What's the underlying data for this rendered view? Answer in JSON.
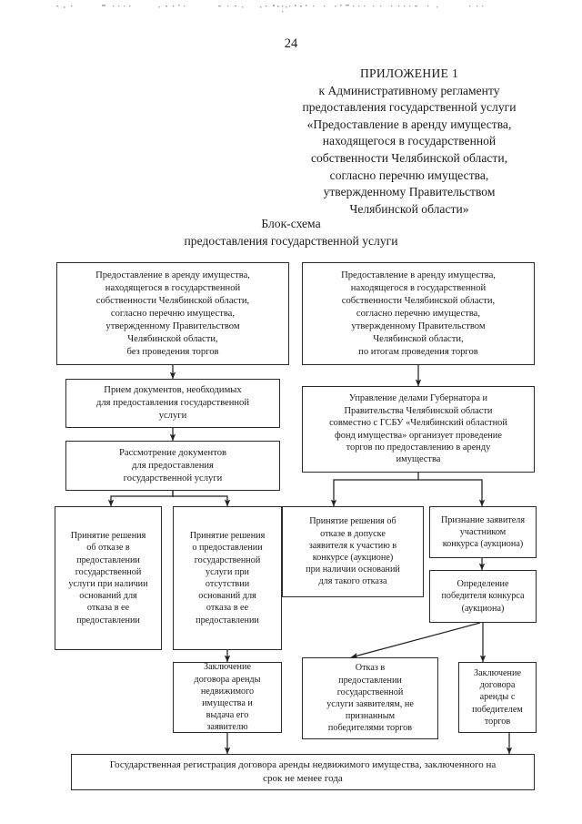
{
  "page": {
    "number": "24"
  },
  "header": {
    "lines": [
      "ПРИЛОЖЕНИЕ 1",
      "к Административному регламенту",
      "предоставления государственной услуги",
      "«Предоставление в аренду имущества,",
      "находящегося в государственной",
      "собственности Челябинской области,",
      "согласно перечню имущества,",
      "утвержденному Правительством",
      "Челябинской области»"
    ]
  },
  "title": {
    "line1": "Блок-схема",
    "line2": "предоставления государственной услуги"
  },
  "chart_data": {
    "type": "diagram",
    "title": "Блок-схема предоставления государственной услуги",
    "nodes": [
      {
        "id": "n1",
        "text": "Предоставление в аренду имущества,\nнаходящегося в государственной\nсобственности Челябинской области,\nсогласно перечню имущества,\nутвержденному Правительством\nЧелябинской области,\nбез проведения торгов"
      },
      {
        "id": "n2",
        "text": "Предоставление в аренду имущества,\nнаходящегося в государственной\nсобственности Челябинской области,\nсогласно перечню имущества,\nутвержденному Правительством\nЧелябинской области,\nпо итогам проведения торгов"
      },
      {
        "id": "n3",
        "text": "Прием документов, необходимых\nдля предоставления государственной\nуслуги"
      },
      {
        "id": "n4",
        "text": "Рассмотрение документов\nдля предоставления\nгосударственной услуги"
      },
      {
        "id": "n5",
        "text": "Управление делами Губернатора и\nПравительства Челябинской области\nсовместно с ГСБУ «Челябинский областной\nфонд имущества» организует проведение\nторгов по предоставлению в аренду\nимущества"
      },
      {
        "id": "n6",
        "text": "Принятие решения\nоб отказе в\nпредоставлении\nгосударственной\nуслуги при наличии\nоснований для\nотказа в ее\nпредоставлении"
      },
      {
        "id": "n7",
        "text": "Принятие решения\nо предоставлении\nгосударственной\nуслуги при\nотсутствии\nоснований для\nотказа в ее\nпредоставлении"
      },
      {
        "id": "n8",
        "text": "Принятие решения об\nотказе в допуске\nзаявителя к участию в\nконкурсе (аукционе)\nпри наличии оснований\nдля такого отказа"
      },
      {
        "id": "n9",
        "text": "Признание заявителя\nучастником\nконкурса (аукциона)"
      },
      {
        "id": "n10",
        "text": "Определение\nпобедителя конкурса\n(аукциона)"
      },
      {
        "id": "n11",
        "text": "Заключение\nдоговора аренды\nнедвижимого\nимущества и\nвыдача его\nзаявителю"
      },
      {
        "id": "n12",
        "text": "Отказ в\nпредоставлении\nгосударственной\nуслуги заявителям, не\nпризнанным\nпобедителями торгов"
      },
      {
        "id": "n13",
        "text": "Заключение\nдоговора\nаренды с\nпобедителем\nторгов"
      },
      {
        "id": "n14",
        "text": "Государственная регистрация договора аренды недвижимого имущества, заключенного на\nсрок не менее года"
      }
    ],
    "edges": [
      {
        "from": "n1",
        "to": "n3"
      },
      {
        "from": "n3",
        "to": "n4"
      },
      {
        "from": "n4",
        "to": "n6"
      },
      {
        "from": "n4",
        "to": "n7"
      },
      {
        "from": "n2",
        "to": "n5"
      },
      {
        "from": "n5",
        "to": "n8"
      },
      {
        "from": "n5",
        "to": "n9"
      },
      {
        "from": "n7",
        "to": "n11"
      },
      {
        "from": "n9",
        "to": "n10"
      },
      {
        "from": "n10",
        "to": "n12"
      },
      {
        "from": "n10",
        "to": "n13"
      },
      {
        "from": "n11",
        "to": "n14"
      },
      {
        "from": "n13",
        "to": "n14"
      }
    ]
  }
}
